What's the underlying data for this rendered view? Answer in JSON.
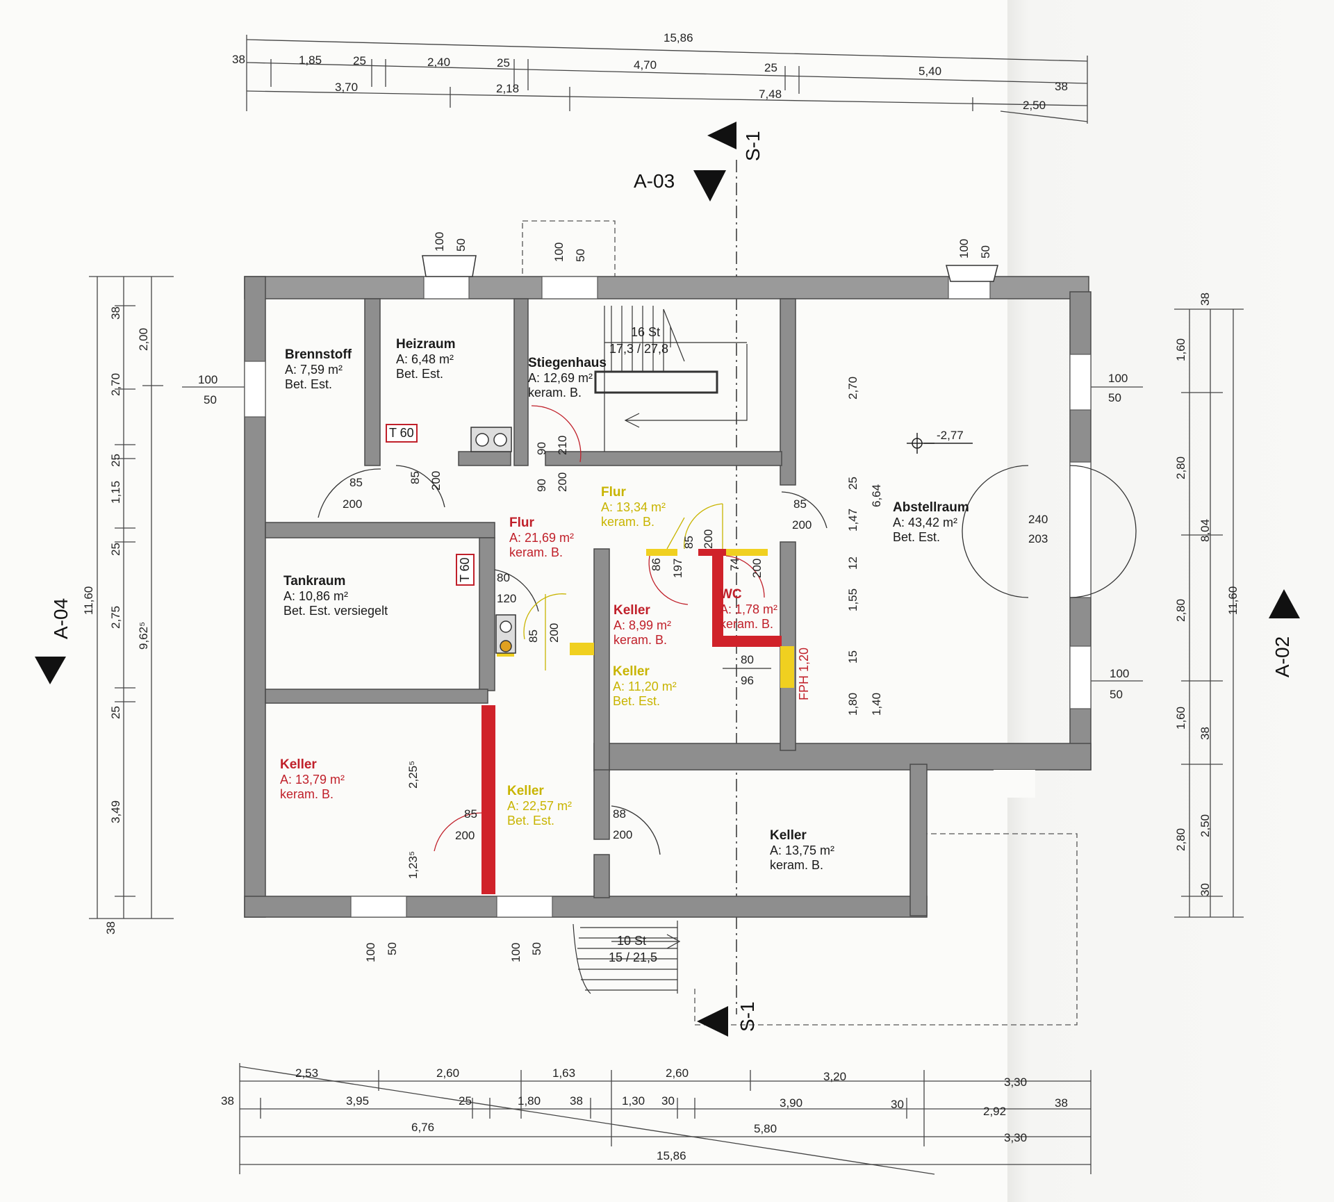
{
  "rooms": {
    "brennstoff": {
      "name": "Brennstoff",
      "area": "A: 7,59 m²",
      "floor": "Bet. Est."
    },
    "heizraum": {
      "name": "Heizraum",
      "area": "A: 6,48 m²",
      "floor": "Bet. Est."
    },
    "stiegenhaus": {
      "name": "Stiegenhaus",
      "area": "A: 12,69 m²",
      "floor": "keram. B."
    },
    "flur_yellow": {
      "name": "Flur",
      "area": "A: 13,34 m²",
      "floor": "keram. B."
    },
    "flur_red": {
      "name": "Flur",
      "area": "A: 21,69 m²",
      "floor": "keram. B."
    },
    "tankraum": {
      "name": "Tankraum",
      "area": "A: 10,86 m²",
      "floor": "Bet. Est. versiegelt"
    },
    "keller_red_mid": {
      "name": "Keller",
      "area": "A: 8,99 m²",
      "floor": "keram. B."
    },
    "wc": {
      "name": "WC",
      "area": "A: 1,78 m²",
      "floor": "keram. B."
    },
    "keller_yellow_mid": {
      "name": "Keller",
      "area": "A: 11,20 m²",
      "floor": "Bet. Est."
    },
    "abstellraum": {
      "name": "Abstellraum",
      "area": "A: 43,42 m²",
      "floor": "Bet. Est."
    },
    "keller_red_left": {
      "name": "Keller",
      "area": "A: 13,79 m²",
      "floor": "keram. B."
    },
    "keller_yellow_bottom": {
      "name": "Keller",
      "area": "A: 22,57 m²",
      "floor": "Bet. Est."
    },
    "keller_bottom_right": {
      "name": "Keller",
      "area": "A: 13,75 m²",
      "floor": "keram. B."
    }
  },
  "sections": {
    "a03": "A-03",
    "a04": "A-04",
    "a02": "A-02",
    "s1_top": "S-1",
    "s1_bottom": "S-1"
  },
  "level": "-2,77",
  "fire_doors": {
    "heizraum": "T 60",
    "tankraum": "T 60"
  },
  "fph": "FPH 1,20",
  "stairs": {
    "inner_count": "16 St",
    "inner_ratio": "17,3 / 27,8",
    "outer_count": "10 St",
    "outer_ratio": "15 / 21,5"
  },
  "dims_top": {
    "total": "15,86",
    "row1": [
      "38",
      "1,85",
      "25",
      "2,40",
      "25",
      "4,70",
      "25",
      "5,40",
      "38"
    ],
    "row2": [
      "3,70",
      "2,18",
      "7,48",
      "2,50"
    ]
  },
  "dims_bottom": {
    "row1": [
      "2,53",
      "2,60",
      "1,63",
      "2,60",
      "3,20",
      "3,30"
    ],
    "row2": [
      "38",
      "3,95",
      "25",
      "1,80",
      "38",
      "1,30",
      "30",
      "3,90",
      "30",
      "2,92",
      "38"
    ],
    "row3": [
      "6,76",
      "5,80",
      "3,30"
    ],
    "total": "15,86"
  },
  "dims_left": {
    "chain": [
      "38",
      "2,70",
      "1,15",
      "25",
      "25",
      "2,75",
      "25",
      "3,49",
      "38"
    ],
    "mid": [
      "2,00",
      "9,62⁵"
    ],
    "total": "11,60"
  },
  "dims_right": {
    "chain": [
      "38",
      "1,60",
      "2,80",
      "2,80",
      "1,60",
      "38",
      "2,80",
      "30"
    ],
    "mid": [
      "8,04",
      "2,50"
    ],
    "total": "11,60"
  },
  "window_dims": {
    "height": "100",
    "sill": "50"
  },
  "door_labels": {
    "brennstoff": [
      "85",
      "200"
    ],
    "heizraum": [
      "85",
      "200"
    ],
    "stiegenhaus": [
      "90",
      "210",
      "90",
      "200"
    ],
    "flur_right": [
      "85",
      "200"
    ],
    "abstell_outer": [
      "240",
      "203"
    ],
    "keller_mid": [
      "86",
      "197",
      "85",
      "200"
    ],
    "wc": [
      "74",
      "200"
    ],
    "wc_lower": [
      "80",
      "96"
    ],
    "tank": [
      "80",
      "120"
    ],
    "flur_vertical": [
      "85",
      "200"
    ],
    "keller_left": [
      "85",
      "200"
    ],
    "keller_bottom_right": [
      "88",
      "200"
    ]
  },
  "inner_heights": {
    "abstell_chain": [
      "2,70",
      "25",
      "1,47",
      "12",
      "1,55",
      "15",
      "1,80"
    ],
    "abstell_total": "6,64",
    "abstell_lower": "1,40",
    "keller_heights": [
      "2,25⁵",
      "1,23⁵"
    ]
  }
}
